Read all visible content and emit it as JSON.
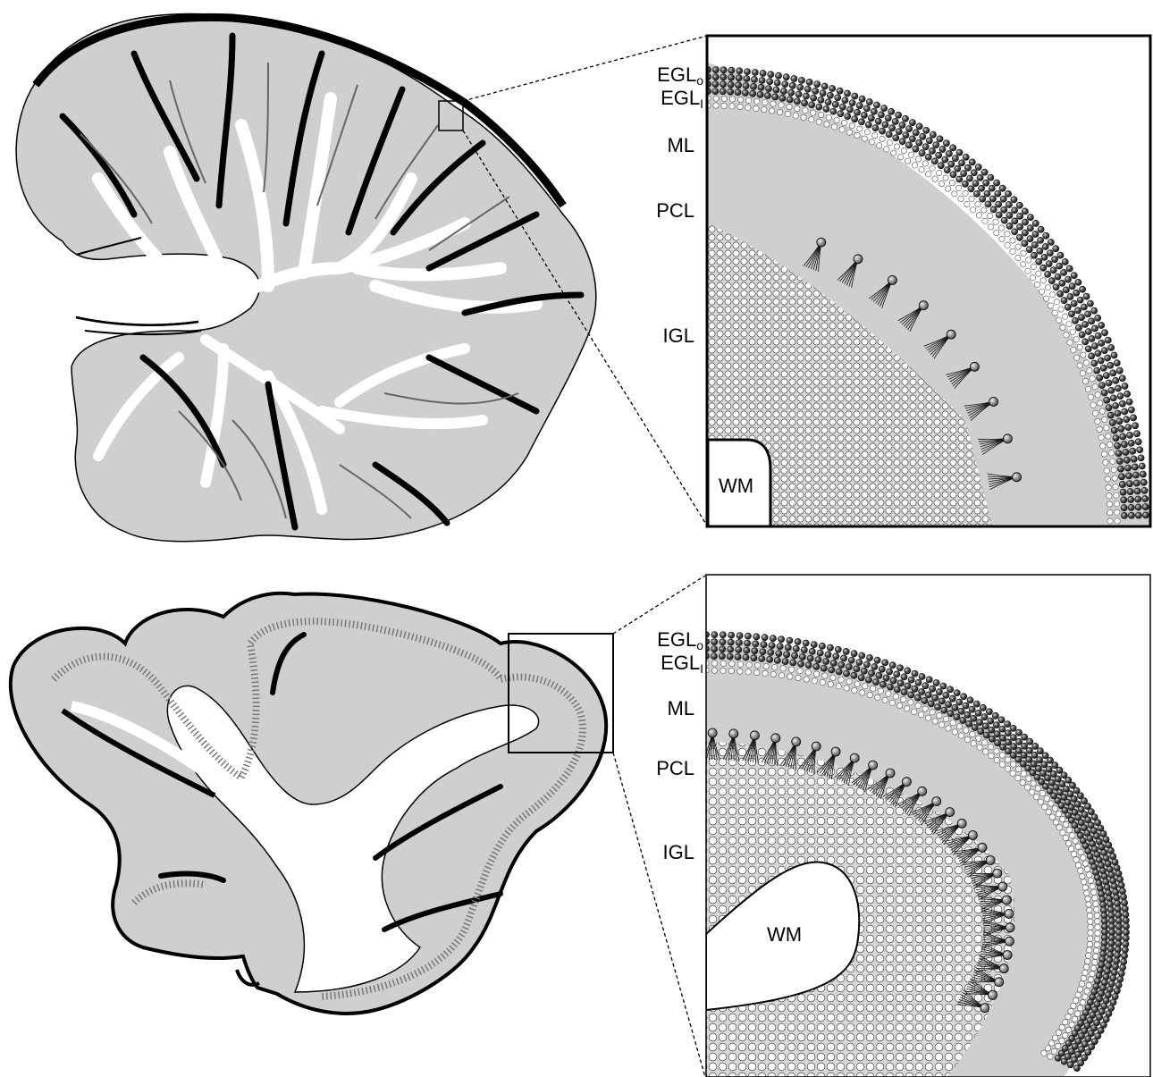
{
  "panels": [
    {
      "id": "top",
      "layers": {
        "egl_outer": {
          "base": "EGL",
          "sub": "o"
        },
        "egl_inner": {
          "base": "EGL",
          "sub": "I"
        },
        "ml": "ML",
        "pcl": "PCL",
        "igl": "IGL",
        "wm": "WM"
      }
    },
    {
      "id": "bottom",
      "layers": {
        "egl_outer": {
          "base": "EGL",
          "sub": "o"
        },
        "egl_inner": {
          "base": "EGL",
          "sub": "I"
        },
        "ml": "ML",
        "pcl": "PCL",
        "igl": "IGL",
        "wm": "WM"
      }
    }
  ],
  "colors": {
    "tissue_gray": "#cfcfcf",
    "granule_dark": "#2a2a2a",
    "outline": "#000000",
    "background": "#ffffff"
  }
}
